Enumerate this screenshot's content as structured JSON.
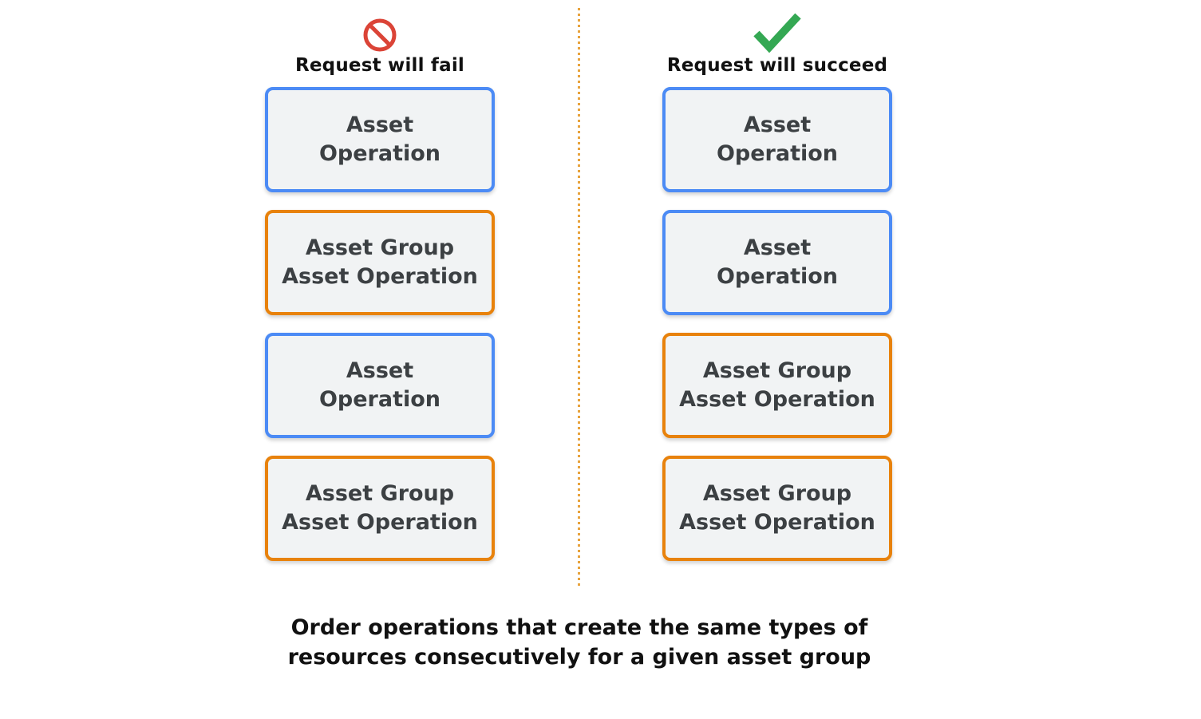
{
  "caption": "Order operations that create the same types of\nresources consecutively for a given asset group",
  "colors": {
    "blue_border": "#4C8BF5",
    "orange_border": "#E8820C",
    "box_background": "#F1F3F4",
    "box_text": "#3C4043",
    "fail_icon_red": "#DB4437",
    "success_icon_green": "#34A853",
    "divider_orange": "#E8A33D"
  },
  "columns": [
    {
      "id": "fail",
      "icon": "prohibition-icon",
      "label": "Request will fail",
      "boxes": [
        {
          "text": "Asset\nOperation",
          "border": "blue"
        },
        {
          "text": "Asset Group\nAsset Operation",
          "border": "orange"
        },
        {
          "text": "Asset\nOperation",
          "border": "blue"
        },
        {
          "text": "Asset Group\nAsset Operation",
          "border": "orange"
        }
      ]
    },
    {
      "id": "succeed",
      "icon": "checkmark-icon",
      "label": "Request will succeed",
      "boxes": [
        {
          "text": "Asset\nOperation",
          "border": "blue"
        },
        {
          "text": "Asset\nOperation",
          "border": "blue"
        },
        {
          "text": "Asset Group\nAsset Operation",
          "border": "orange"
        },
        {
          "text": "Asset Group\nAsset Operation",
          "border": "orange"
        }
      ]
    }
  ]
}
